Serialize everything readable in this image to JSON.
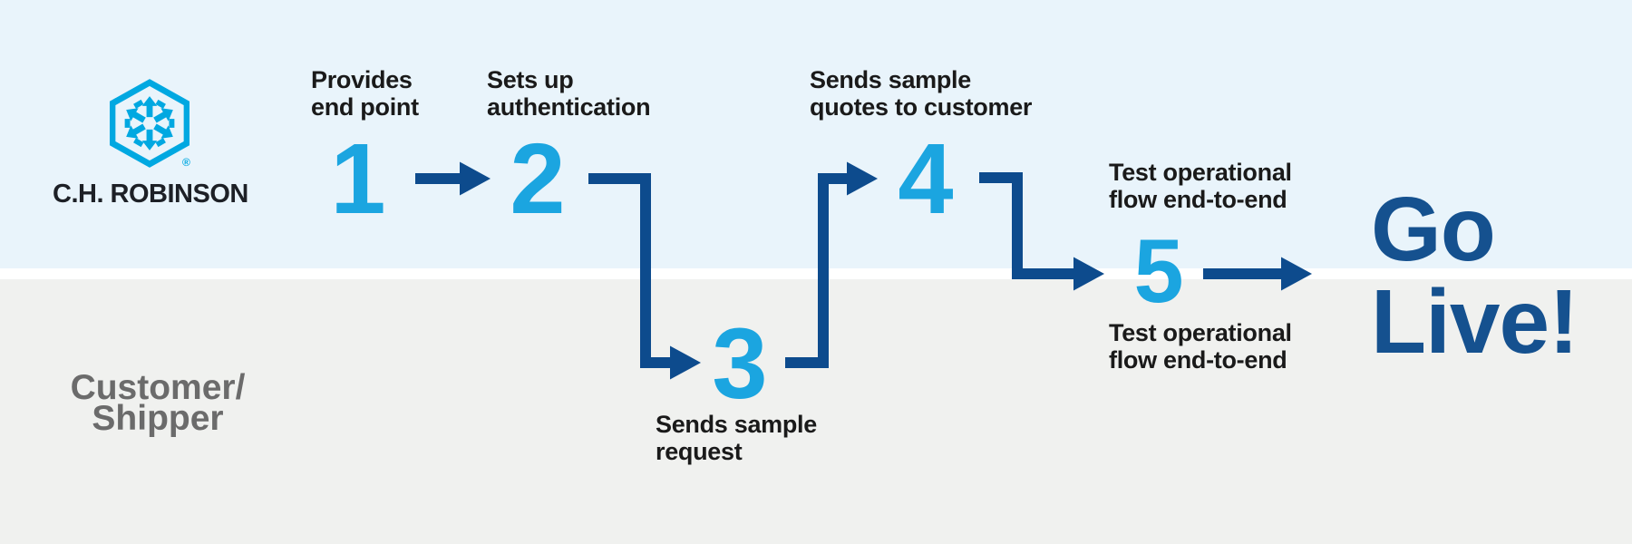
{
  "colors": {
    "lane_top_bg": "#e9f4fb",
    "lane_bottom_bg": "#f0f1ef",
    "divider": "#ffffff",
    "navy": "#0d4b8d",
    "go_live_navy": "#15518f",
    "step_blue": "#1ba5e0",
    "logo_blue": "#00a8e1",
    "label_text": "#1a1a1a",
    "customer_text": "#6b6b6b",
    "wordmark_text": "#1d2026"
  },
  "logo": {
    "wordmark": "C.H. ROBINSON",
    "registered": "®"
  },
  "customer_lane_label": "Customer/\nShipper",
  "steps": [
    {
      "number": "1",
      "label": "Provides\nend point"
    },
    {
      "number": "2",
      "label": "Sets up\nauthentication"
    },
    {
      "number": "3",
      "label": "Sends sample\nrequest"
    },
    {
      "number": "4",
      "label": "Sends sample\nquotes to customer"
    },
    {
      "number": "5",
      "label_above": "Test operational\nflow end-to-end",
      "label_below": "Test operational\nflow end-to-end"
    }
  ],
  "outcome": "Go\nLive!"
}
